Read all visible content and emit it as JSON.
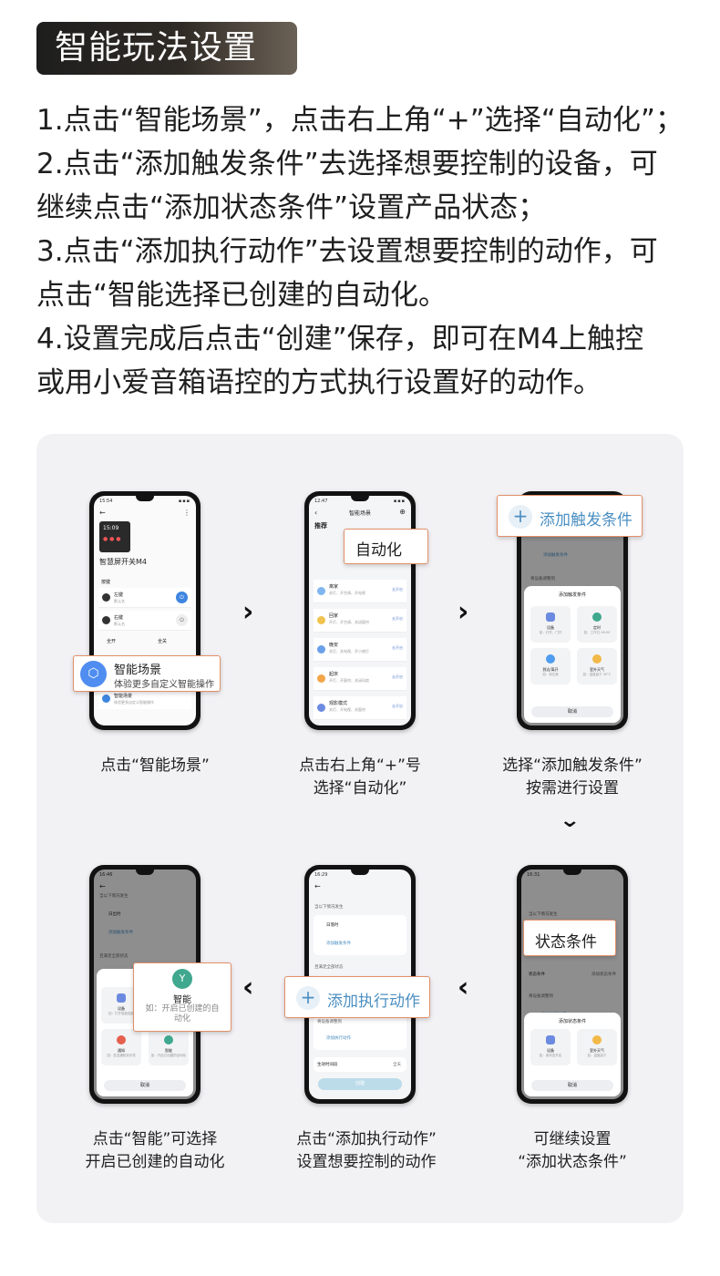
{
  "header": {
    "title": "智能玩法设置"
  },
  "instructions": [
    "1.点击“智能场景”，点击右上角“+”选择“自动化”；",
    "2.点击“添加触发条件”去选择想要控制的设备，可",
    "继续点击“添加状态条件”设置产品状态；",
    "3.点击“添加执行动作”去设置想要控制的动作，可",
    "点击“智能选择已创建的自动化。",
    "4.设置完成后点击“创建”保存，即可在M4上触控",
    "或用小爱音箱语控的方式执行设置好的动作。"
  ],
  "colors": {
    "callout_border": "#e2906a",
    "accent_blue": "#4b8fc2",
    "teal": "#3fa88f"
  },
  "steps": [
    {
      "caption": [
        "点击“智能场景”"
      ],
      "callout": {
        "title": "智能场景",
        "subtitle": "体验更多自定义智能操作"
      },
      "screen": {
        "time": "15:54",
        "clock": "15:09",
        "device_name": "智慧屏开关M4",
        "section": "按键",
        "rows": [
          {
            "title": "左键",
            "sub": "默认名"
          },
          {
            "title": "右键",
            "sub": "默认名"
          }
        ],
        "bottom_left": "全开",
        "bottom_right": "全关",
        "footer_title": "智能场景",
        "footer_sub": "体验更多自定义智能操作"
      }
    },
    {
      "caption": [
        "点击右上角“+”号",
        "选择“自动化”"
      ],
      "callout": {
        "title": "自动化"
      },
      "screen": {
        "time": "12:47",
        "title": "智能场景",
        "tab": "推荐",
        "rows": [
          {
            "title": "离家",
            "sub": "关灯、开空调、开电视",
            "right": "去开启"
          },
          {
            "title": "回家",
            "sub": "开灯、开空调、关闭窗帘",
            "right": "去开启"
          },
          {
            "title": "晚安",
            "sub": "关灯、关电视、开小夜灯",
            "right": "去开启"
          },
          {
            "title": "起床",
            "sub": "开灯、开窗帘、关闭风扇",
            "right": "去开启"
          },
          {
            "title": "观影模式",
            "sub": "关灯、开电视、关窗帘",
            "right": "去开启"
          }
        ]
      }
    },
    {
      "caption": [
        "选择“添加触发条件”",
        "按需进行设置"
      ],
      "callout": {
        "title": "添加触发条件"
      },
      "screen": {
        "sub_title": "添加触发条件",
        "section": "将设备调整到",
        "sheet_title": "添加触发条件",
        "tiles": [
          {
            "title": "设备",
            "sub": "如：灯开、门开"
          },
          {
            "title": "定时",
            "sub": "如：工作日 08:00"
          },
          {
            "title": "到达/离开",
            "sub": "如：到达家"
          },
          {
            "title": "室外天气",
            "sub": "如：温度高于 30°C"
          }
        ],
        "cancel": "取消"
      }
    },
    {
      "caption": [
        "可继续设置",
        "“添加状态条件”"
      ],
      "callout": {
        "title": "状态条件"
      },
      "screen": {
        "time": "16:31",
        "sub_title": "当以下情况发生",
        "row_left": "状态条件",
        "row_right": "添加状态条件",
        "section": "将设备调整到",
        "link": "添加执行动作",
        "sheet_title": "添加状态条件",
        "tiles": [
          {
            "title": "设备",
            "sub": "如：某状态开启"
          },
          {
            "title": "室外天气",
            "sub": "如：温度高于"
          }
        ],
        "cancel": "取消"
      }
    },
    {
      "caption": [
        "点击“添加执行动作”",
        "设置想要控制的动作"
      ],
      "callout": {
        "title": "添加执行动作"
      },
      "screen": {
        "time": "16:29",
        "sub_title": "当以下情况发生",
        "row1": "日落时",
        "link1": "添加触发条件",
        "section": "且满足全部状态",
        "section2": "将设备调整到",
        "link2": "添加执行动作",
        "row_bottom": "生效时间段",
        "row_bottom_right": "全天",
        "confirm": "创建"
      }
    },
    {
      "caption": [
        "点击“智能”可选择",
        "开启已创建的自动化"
      ],
      "callout": {
        "title": "智能",
        "subtitle": "如：开启已创建的自动化"
      },
      "screen": {
        "time": "16:46",
        "sub_title": "当以下情况发生",
        "row1": "日出时",
        "link1": "添加触发条件",
        "section": "且满足全部状态",
        "tiles": [
          {
            "title": "设备",
            "sub": "如：打开智能插座"
          },
          {
            "title": "通知",
            "sub": "如：发送通知到手机"
          },
          {
            "title": "智能",
            "sub": "如：开启已创建的自动化"
          }
        ],
        "cancel": "取消"
      }
    }
  ]
}
